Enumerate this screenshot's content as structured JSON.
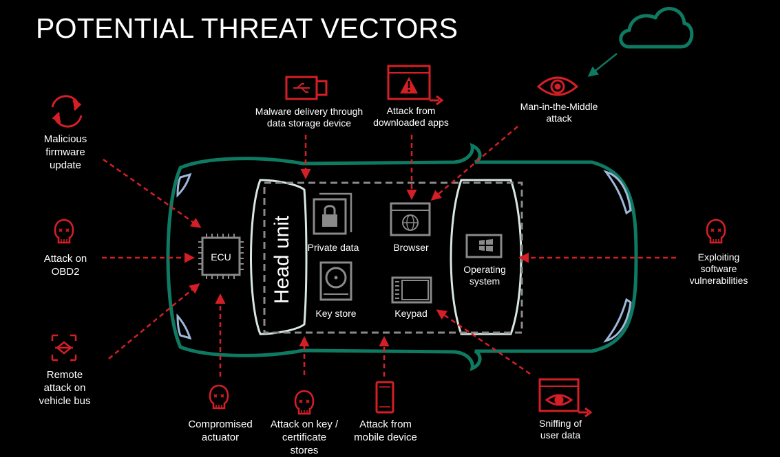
{
  "title": "POTENTIAL THREAT VECTORS",
  "colors": {
    "threat": "#d51f26",
    "car_outline": "#0f7a62",
    "panel": "#d8e8e0",
    "icon_gray": "#8a8a8a",
    "window": "#9fb7d8",
    "background": "#000000"
  },
  "head_unit": {
    "label": "Head unit",
    "ecu_label": "ECU",
    "components": {
      "private_data": "Private data",
      "browser": "Browser",
      "key_store": "Key store",
      "keypad": "Keypad",
      "operating_system": "Operating\nsystem"
    }
  },
  "threats": {
    "malicious_firmware": "Malicious\nfirmware\nupdate",
    "obd2": "Attack on\nOBD2",
    "vehicle_bus": "Remote\nattack on\nvehicle bus",
    "compromised_actuator": "Compromised\nactuator",
    "key_cert": "Attack on key /\ncertificate\nstores",
    "mobile_device": "Attack from\nmobile device",
    "sniffing": "Sniffing of\nuser data",
    "software_vuln": "Exploiting\nsoftware\nvulnerabilities",
    "mitm": "Man-in-the-Middle\nattack",
    "downloaded_apps": "Attack from\ndownloaded apps",
    "storage_device": "Malware delivery through\ndata storage device"
  },
  "icons": {
    "firmware": "refresh-icon",
    "obd2": "skull-icon",
    "vehicle_bus": "target-icon",
    "actuator": "skull-icon",
    "key_cert": "skull-icon",
    "mobile": "smartphone-icon",
    "sniffing": "eye-window-icon",
    "software": "skull-icon",
    "mitm": "eye-icon",
    "apps": "warning-window-icon",
    "storage": "usb-icon",
    "cloud": "cloud-icon",
    "ecu": "chip-icon",
    "private_data": "lock-icon",
    "browser": "globe-window-icon",
    "key_store": "disk-icon",
    "keypad": "keypad-icon",
    "os": "windows-icon"
  }
}
